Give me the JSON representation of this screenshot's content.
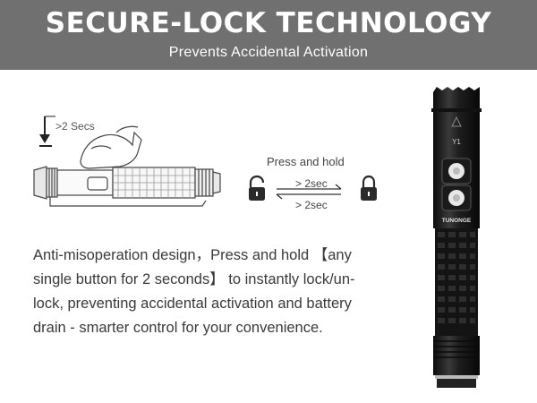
{
  "banner": {
    "title": "SECURE-LOCK TECHNOLOGY",
    "subtitle": "Prevents Accidental Activation"
  },
  "illustration": {
    "press_duration": ">2 Secs"
  },
  "lock_diagram": {
    "instruction": "Press and hold",
    "lock_time": "> 2sec",
    "unlock_time": "> 2sec"
  },
  "description": {
    "lines": [
      "Anti-misoperation design，Press and hold 【any",
      "single button for 2 seconds】 to instantly lock/un-",
      "lock, preventing accidental activation and battery",
      "drain - smarter control for your convenience."
    ]
  },
  "product": {
    "model_label": "Y1",
    "brand_label": "TUNONGE"
  },
  "colors": {
    "banner_bg": "#707070",
    "banner_text": "#ffffff",
    "body_text": "#3a3a3a",
    "flashlight_body": "#1c1c1c"
  }
}
